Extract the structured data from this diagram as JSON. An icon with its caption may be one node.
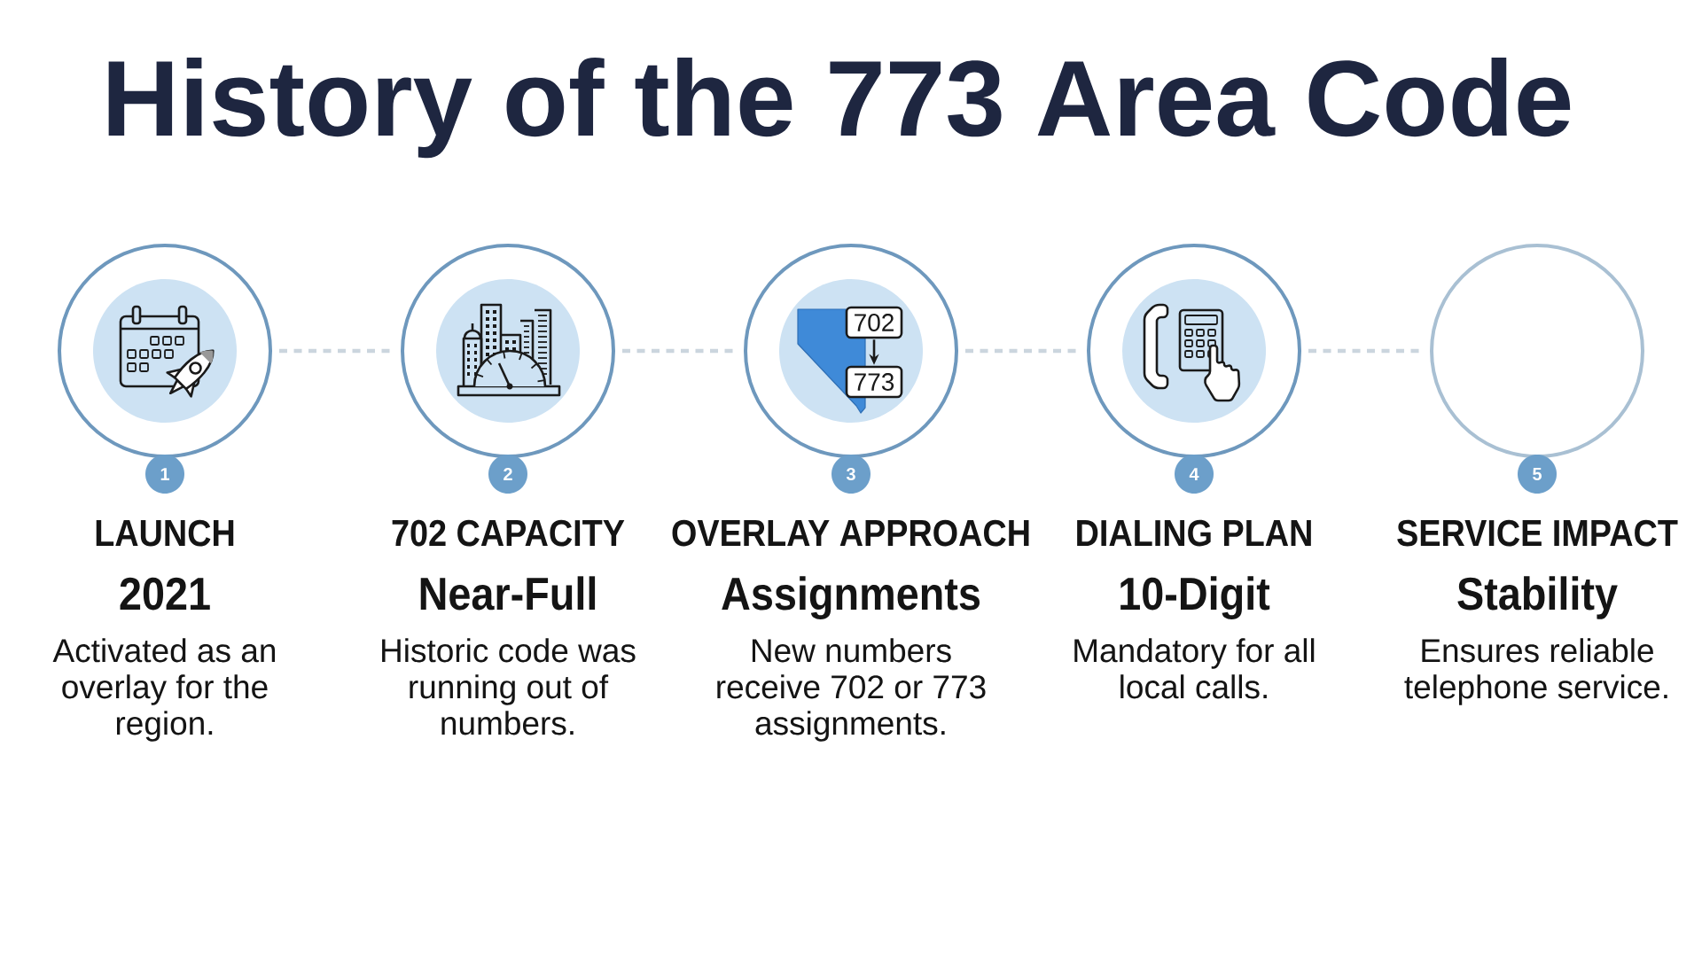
{
  "diagram": {
    "title": "History of the 773 Area Code",
    "nodes": [
      {
        "text": [],
        "shape": "circle",
        "beside": [
          "LAUNCH",
          "2021",
          "Activated as an overlay for the region."
        ]
      },
      {
        "text": [],
        "shape": "circle",
        "beside": [
          "702 CAPACITY",
          "Near-Full",
          "Historic code was running out of numbers."
        ]
      },
      {
        "text": [],
        "shape": "circle",
        "beside": [
          "OVERLAY APPROACH",
          "Assignments",
          "New numbers receive 702 or 773 assignments."
        ]
      },
      {
        "text": [
          "702"
        ],
        "in": 2
      },
      {
        "text": [
          "773"
        ],
        "in": 2
      },
      {
        "text": [],
        "shape": "circle",
        "beside": [
          "DIALING PLAN",
          "10-Digit",
          "Mandatory for all local calls."
        ]
      },
      {
        "text": [],
        "shape": "circle",
        "beside": [
          "SERVICE IMPACT",
          "Stability",
          "Ensures reliable telephone service."
        ]
      },
      {
        "text": [
          "1"
        ]
      },
      {
        "text": [
          "2"
        ]
      },
      {
        "text": [
          "3"
        ]
      },
      {
        "text": [
          "4"
        ]
      },
      {
        "text": [
          "5"
        ]
      }
    ],
    "edges": [
      {
        "from": 0,
        "to": 1,
        "arrow": "none",
        "style": "dashed"
      },
      {
        "from": 1,
        "to": 2,
        "arrow": "none",
        "style": "dashed"
      },
      {
        "from": 2,
        "to": 5,
        "arrow": "none",
        "style": "dashed"
      },
      {
        "from": 5,
        "to": 6,
        "arrow": "none",
        "style": "dashed"
      },
      {
        "from": 3,
        "to": 4,
        "arrow": "to",
        "color": "#1a1a1a"
      }
    ]
  }
}
